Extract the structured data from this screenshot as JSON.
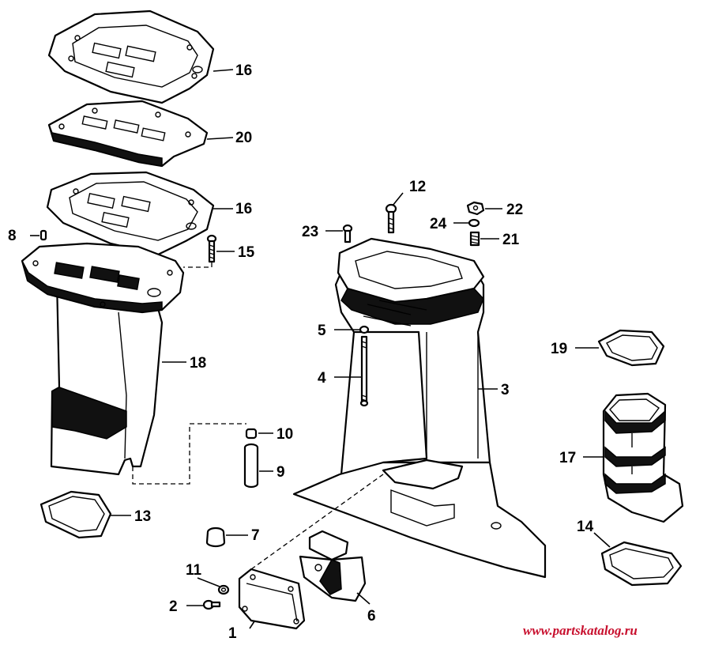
{
  "diagram": {
    "callouts": {
      "c1": "1",
      "c2": "2",
      "c3": "3",
      "c4": "4",
      "c5": "5",
      "c6": "6",
      "c7": "7",
      "c8": "8",
      "c9": "9",
      "c10": "10",
      "c11": "11",
      "c12": "12",
      "c13": "13",
      "c14": "14",
      "c15": "15",
      "c16a": "16",
      "c16b": "16",
      "c17": "17",
      "c18": "18",
      "c19": "19",
      "c20": "20",
      "c21": "21",
      "c22": "22",
      "c23": "23",
      "c24": "24"
    },
    "watermark": "www.partskatalog.ru"
  }
}
